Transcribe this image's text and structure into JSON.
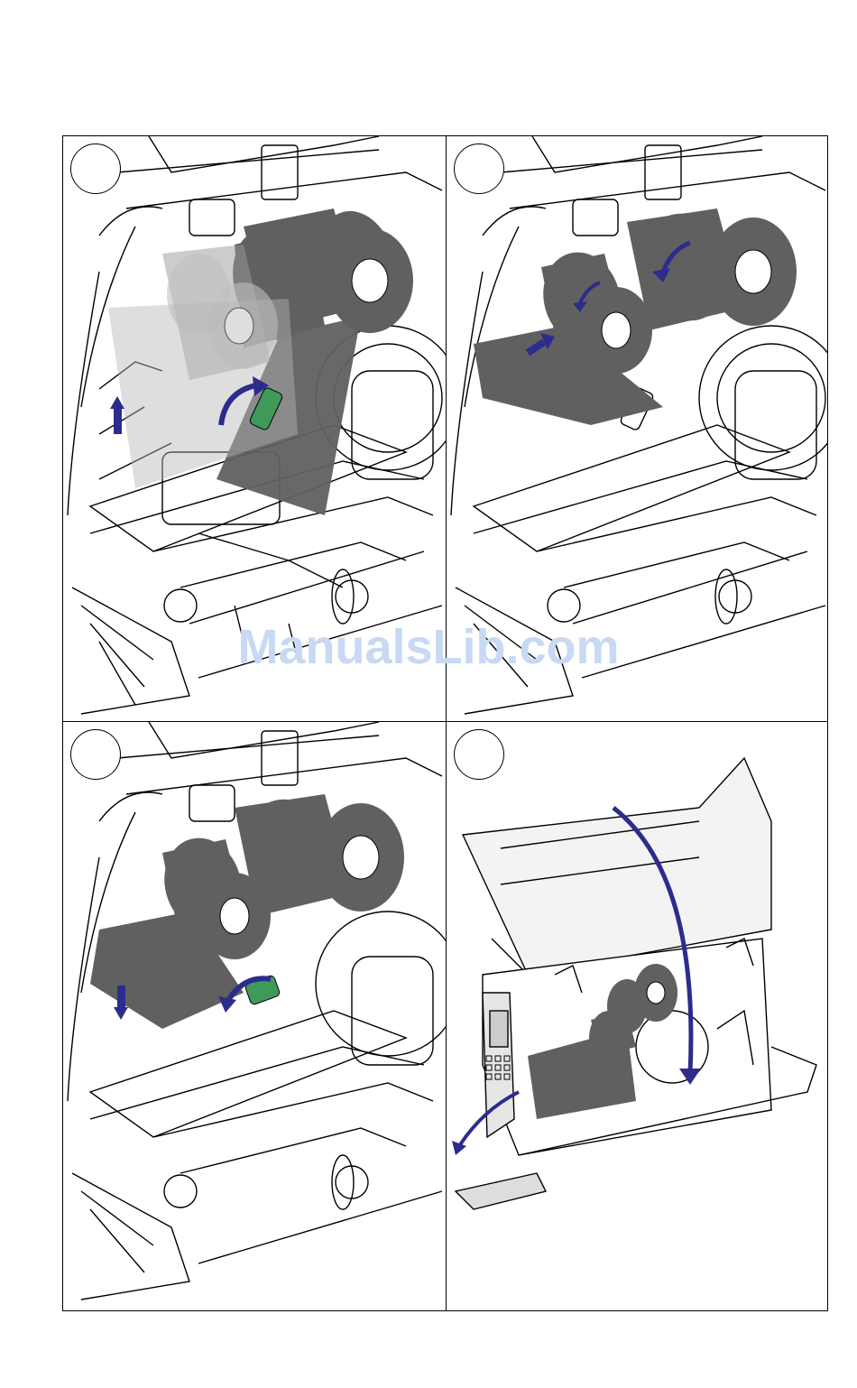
{
  "watermark": {
    "text": "ManualsLib.com",
    "color": "#c7d9f3"
  },
  "colors": {
    "ribbon": "#606060",
    "arrow": "#2c2c8c",
    "lever": "#3f9a5a",
    "line": "#000000"
  },
  "panels": [
    {
      "id": "step-1",
      "icons": [
        "ribbon-roll-icon",
        "up-arrow-icon",
        "lever-lift-arrow-icon"
      ]
    },
    {
      "id": "step-2",
      "icons": [
        "ribbon-roll-icon",
        "rotation-arrow-icon",
        "push-arrow-icon"
      ]
    },
    {
      "id": "step-3",
      "icons": [
        "ribbon-roll-icon",
        "down-arrow-icon",
        "lever-lower-arrow-icon"
      ]
    },
    {
      "id": "step-4",
      "icons": [
        "printer-icon",
        "close-cover-arrow-icon"
      ]
    }
  ]
}
